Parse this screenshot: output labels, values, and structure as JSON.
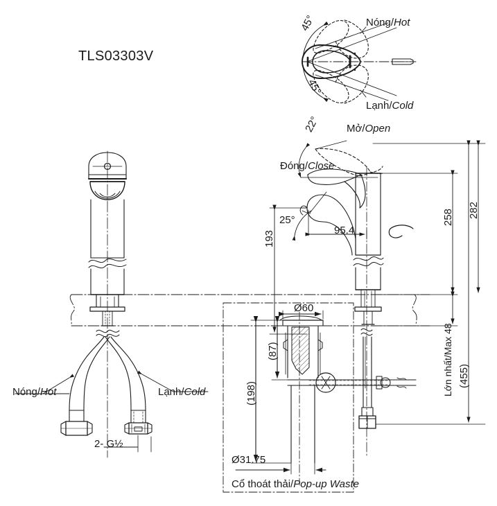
{
  "drawing": {
    "model": "TLS03303V",
    "product_type": "single-lever-basin-faucet"
  },
  "top_view": {
    "angle_upper": "45°",
    "angle_lower": "45°",
    "label_hot": "Nóng/Hot",
    "label_cold": "Lạnh/Cold"
  },
  "side_view": {
    "handle_open_label": "Mở/Open",
    "handle_close_label": "Đóng/Close",
    "angle_open": "22°",
    "angle_spout": "25°",
    "spout_reach": "95.4",
    "height_spout": "193",
    "height_body": "258",
    "height_total": "282",
    "counter_max": "Lớn nhất/Max 48",
    "overall_drop": "(455)"
  },
  "front_view": {
    "supply_hot": "Nóng/Hot",
    "supply_cold": "Lạnh/Cold",
    "thread": "2- G½"
  },
  "waste_detail": {
    "caption": "Cổ thoát thải/Pop-up Waste",
    "flange_dia": "Ø60",
    "upper_height": "(87)",
    "total_height": "(198)",
    "tail_dia": "Ø31.75"
  },
  "style": {
    "line": "#1a1a1a",
    "text": "#1a1a1a"
  }
}
